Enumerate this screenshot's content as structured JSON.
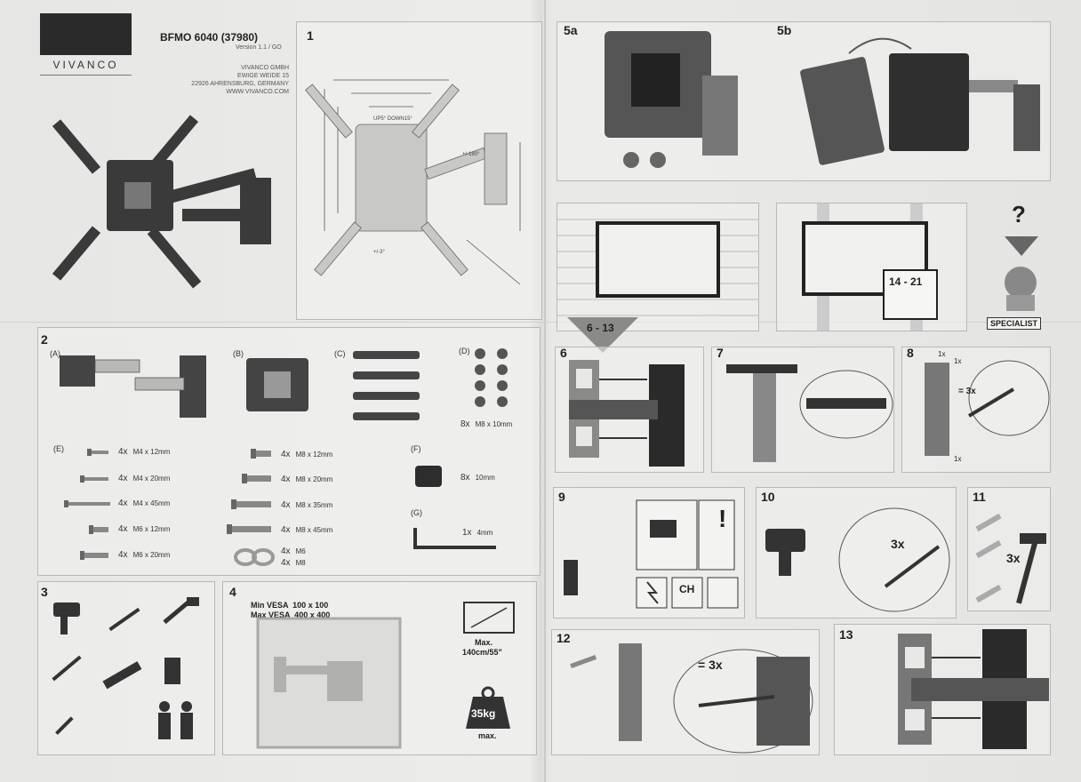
{
  "brand": {
    "name": "VIVANCO"
  },
  "header": {
    "model": "BFMO 6040 (37980)",
    "version": "Version 1.1 / GO",
    "address": [
      "VIVANCO GMBH",
      "EWIGE WEIDE 15",
      "22926 AHRENSBURG, GERMANY",
      "WWW.VIVANCO.COM"
    ]
  },
  "steps": {
    "s1": "1",
    "s2": "2",
    "s3": "3",
    "s4": "4",
    "s5a": "5a",
    "s5b": "5b",
    "s6": "6",
    "s7": "7",
    "s8": "8",
    "s9": "9",
    "s10": "10",
    "s11": "11",
    "s12": "12",
    "s13": "13"
  },
  "parts": {
    "labels": {
      "a": "(A)",
      "b": "(B)",
      "c": "(C)",
      "d": "(D)",
      "e": "(E)",
      "f": "(F)",
      "g": "(G)"
    },
    "d_count": "8x",
    "d_size": "M8 x 10mm",
    "screws_left": [
      {
        "qty": "4x",
        "size": "M4 x 12mm"
      },
      {
        "qty": "4x",
        "size": "M4 x 20mm"
      },
      {
        "qty": "4x",
        "size": "M4 x 45mm"
      },
      {
        "qty": "4x",
        "size": "M6 x 12mm"
      },
      {
        "qty": "4x",
        "size": "M6 x 20mm"
      }
    ],
    "screws_right": [
      {
        "qty": "4x",
        "size": "M8 x 12mm"
      },
      {
        "qty": "4x",
        "size": "M8 x 20mm"
      },
      {
        "qty": "4x",
        "size": "M8 x 35mm"
      },
      {
        "qty": "4x",
        "size": "M8 x 45mm"
      }
    ],
    "washers": [
      {
        "qty": "4x",
        "size": "M6"
      },
      {
        "qty": "4x",
        "size": "M8"
      }
    ],
    "f_qty": "8x",
    "f_size": "10mm",
    "g_qty": "1x",
    "g_size": "4mm"
  },
  "step4": {
    "vesa_min": "Min VESA  100 x 100",
    "vesa_max": "Max VESA  400 x 400",
    "max_label": "Max.",
    "max_size": "140cm/55\"",
    "weight": "35kg",
    "weight_max": "max."
  },
  "wall": {
    "range_a": "6 - 13",
    "range_b": "14 - 21",
    "question": "?",
    "specialist": "SPECIALIST"
  },
  "step8": {
    "count": "= 3x",
    "one_a": "1x",
    "one_b": "1x",
    "one_c": "1x"
  },
  "step9": {
    "ch": "CH",
    "exclam": "!"
  },
  "step10": {
    "count": "3x"
  },
  "step11": {
    "count": "3x"
  },
  "step12": {
    "count": "= 3x"
  },
  "dims": {
    "swivel": "+/-180°",
    "tilt": "UP5° DOWN15°",
    "rot": "+/-3°"
  }
}
